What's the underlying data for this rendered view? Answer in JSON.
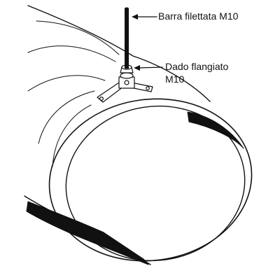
{
  "labels": {
    "threaded_rod": "Barra filettata M10",
    "flange_nut_line1": "Dado flangiato",
    "flange_nut_line2": "M10"
  },
  "colors": {
    "ink": "#111111",
    "background": "#ffffff"
  }
}
